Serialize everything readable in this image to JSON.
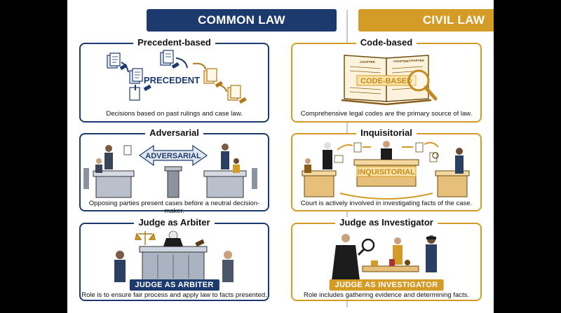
{
  "left": {
    "header": "COMMON LAW",
    "panels": [
      {
        "title": "Precedent-based",
        "label": "PRECEDENT",
        "caption": "Decisions based on past rulings and case law."
      },
      {
        "title": "Adversarial",
        "label": "ADVERSARIAL",
        "caption": "Opposing parties present cases before a neutral decision-maker."
      },
      {
        "title": "Judge as Arbiter",
        "label": "JUDGE AS ARBITER",
        "caption": "Role is to ensure fair process and apply law to facts presented."
      }
    ]
  },
  "right": {
    "header": "CIVIL LAW",
    "panels": [
      {
        "title": "Code-based",
        "label": "CODE-BASED",
        "chapter_label": "CHAPTER",
        "caption": "Comprehensive legal codes are the primary source of law."
      },
      {
        "title": "Inquisitorial",
        "label": "INQUISITORIAL",
        "caption": "Court is actively involved in investigating facts of the case."
      },
      {
        "title": "Judge as Investigator",
        "label": "JUDGE AS INVESTIGATOR",
        "caption": "Role includes gathering evidence and determining facts."
      }
    ]
  },
  "colors": {
    "navy": "#1d3a6e",
    "gold": "#d49b26"
  }
}
